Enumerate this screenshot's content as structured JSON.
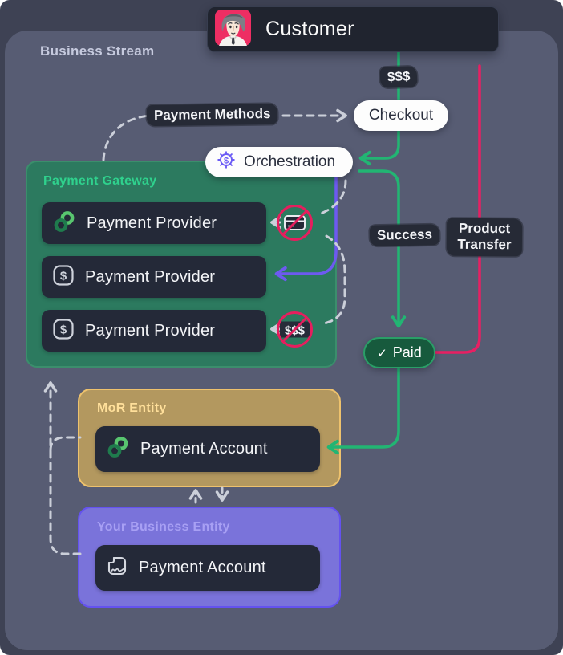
{
  "canvas": {
    "label": "Business Stream"
  },
  "customer": {
    "label": "Customer"
  },
  "badges": {
    "money": "$$$",
    "payment_methods": "Payment Methods",
    "success": "Success",
    "product_transfer_line1": "Product",
    "product_transfer_line2": "Transfer",
    "no_money": "$$$"
  },
  "pills": {
    "checkout": "Checkout",
    "orchestration": "Orchestration",
    "paid_check": "✓",
    "paid": "Paid"
  },
  "payment_gateway": {
    "title": "Payment Gateway",
    "providers": [
      {
        "label": "Payment Provider",
        "icon": "chain-link-logo-icon"
      },
      {
        "label": "Payment Provider",
        "icon": "dollar-square-icon"
      },
      {
        "label": "Payment Provider",
        "icon": "dollar-square-icon"
      }
    ]
  },
  "mor_entity": {
    "title": "MoR Entity",
    "account": {
      "label": "Payment Account",
      "icon": "chain-link-logo-icon"
    }
  },
  "business_entity": {
    "title": "Your Business Entity",
    "account": {
      "label": "Payment Account",
      "icon": "contract-icon"
    }
  },
  "glyphs": {
    "dollar": "$"
  },
  "icons": {
    "customer_avatar": "person-avatar-icon",
    "orchestration": "gear-dollar-icon",
    "blocked_card": "no-credit-card-icon",
    "blocked_cash": "no-cash-icon",
    "paid": "check-icon"
  },
  "colors": {
    "background": "#3e4254",
    "panel": "#575c73",
    "green_line": "#22b573",
    "pink_line": "#e81f63",
    "purple_line": "#6d5af0",
    "gray_dashed": "#cbcfd9",
    "gateway_fill": "#2c7a5f",
    "gateway_title": "#2fd18d",
    "mor_fill": "#b3985f",
    "mor_border": "#eec26d",
    "business_fill": "#7a73da",
    "business_border": "#6452ef",
    "node_fill": "#242938",
    "paid_fill": "#175a3d",
    "paid_border": "#2a9e67",
    "avatar_bg": "#ee2e63"
  }
}
